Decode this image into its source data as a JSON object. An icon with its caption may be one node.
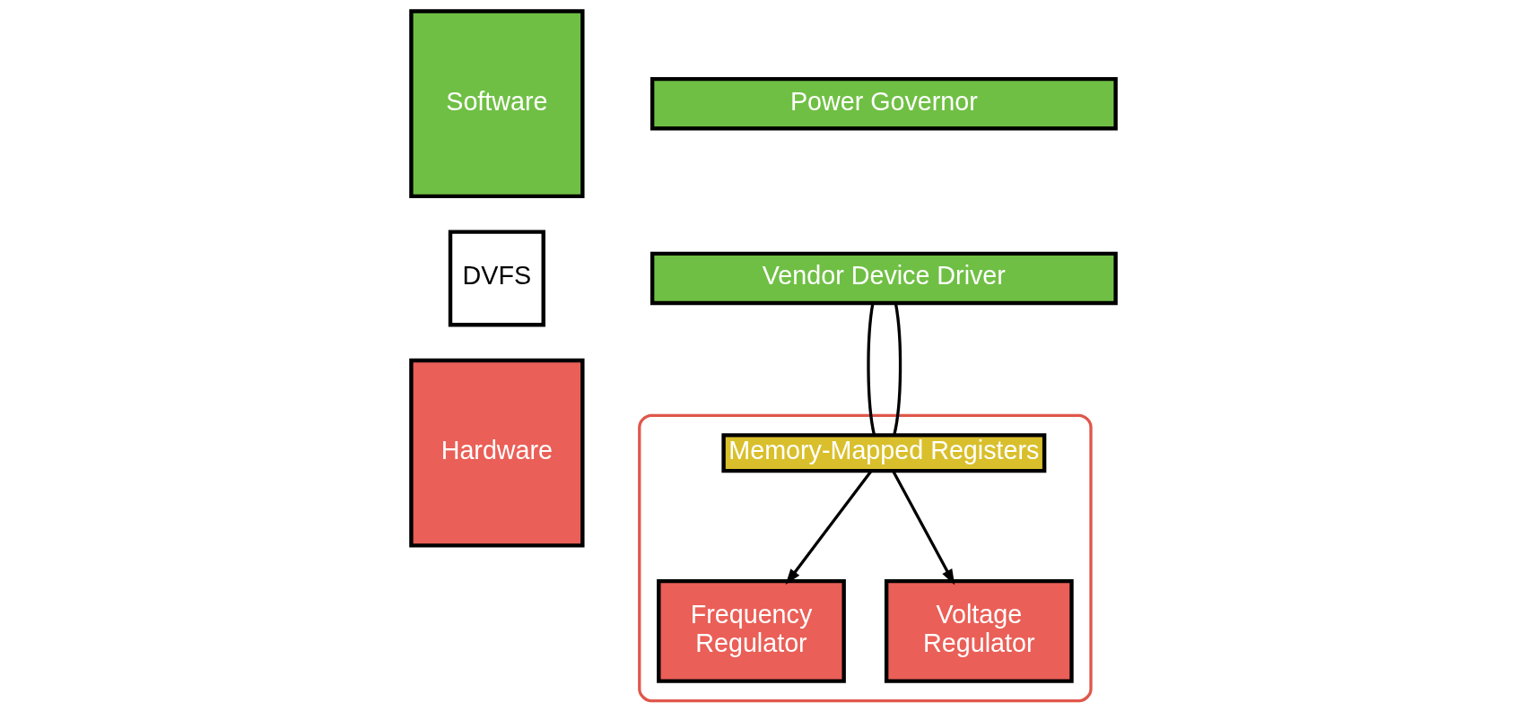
{
  "diagram": {
    "nodes": [
      {
        "text": [
          "Software"
        ]
      },
      {
        "text": [
          "DVFS"
        ]
      },
      {
        "text": [
          "Hardware"
        ]
      },
      {
        "text": [
          "Power Governor"
        ]
      },
      {
        "text": [
          "Vendor Device Driver"
        ]
      },
      {
        "text": [],
        "shape": "box"
      },
      {
        "text": [
          "Memory-Mapped Registers"
        ],
        "in": 5
      },
      {
        "text": [
          "Frequency Regulator"
        ],
        "in": 5
      },
      {
        "text": [
          "Voltage Regulator"
        ],
        "in": 5
      }
    ],
    "edges": [
      {
        "from": 4,
        "to": 6,
        "arrow": "none"
      },
      {
        "from": 4,
        "to": 6,
        "arrow": "none"
      },
      {
        "from": 6,
        "to": 7,
        "arrow": "to"
      },
      {
        "from": 6,
        "to": 8,
        "arrow": "to"
      }
    ]
  }
}
